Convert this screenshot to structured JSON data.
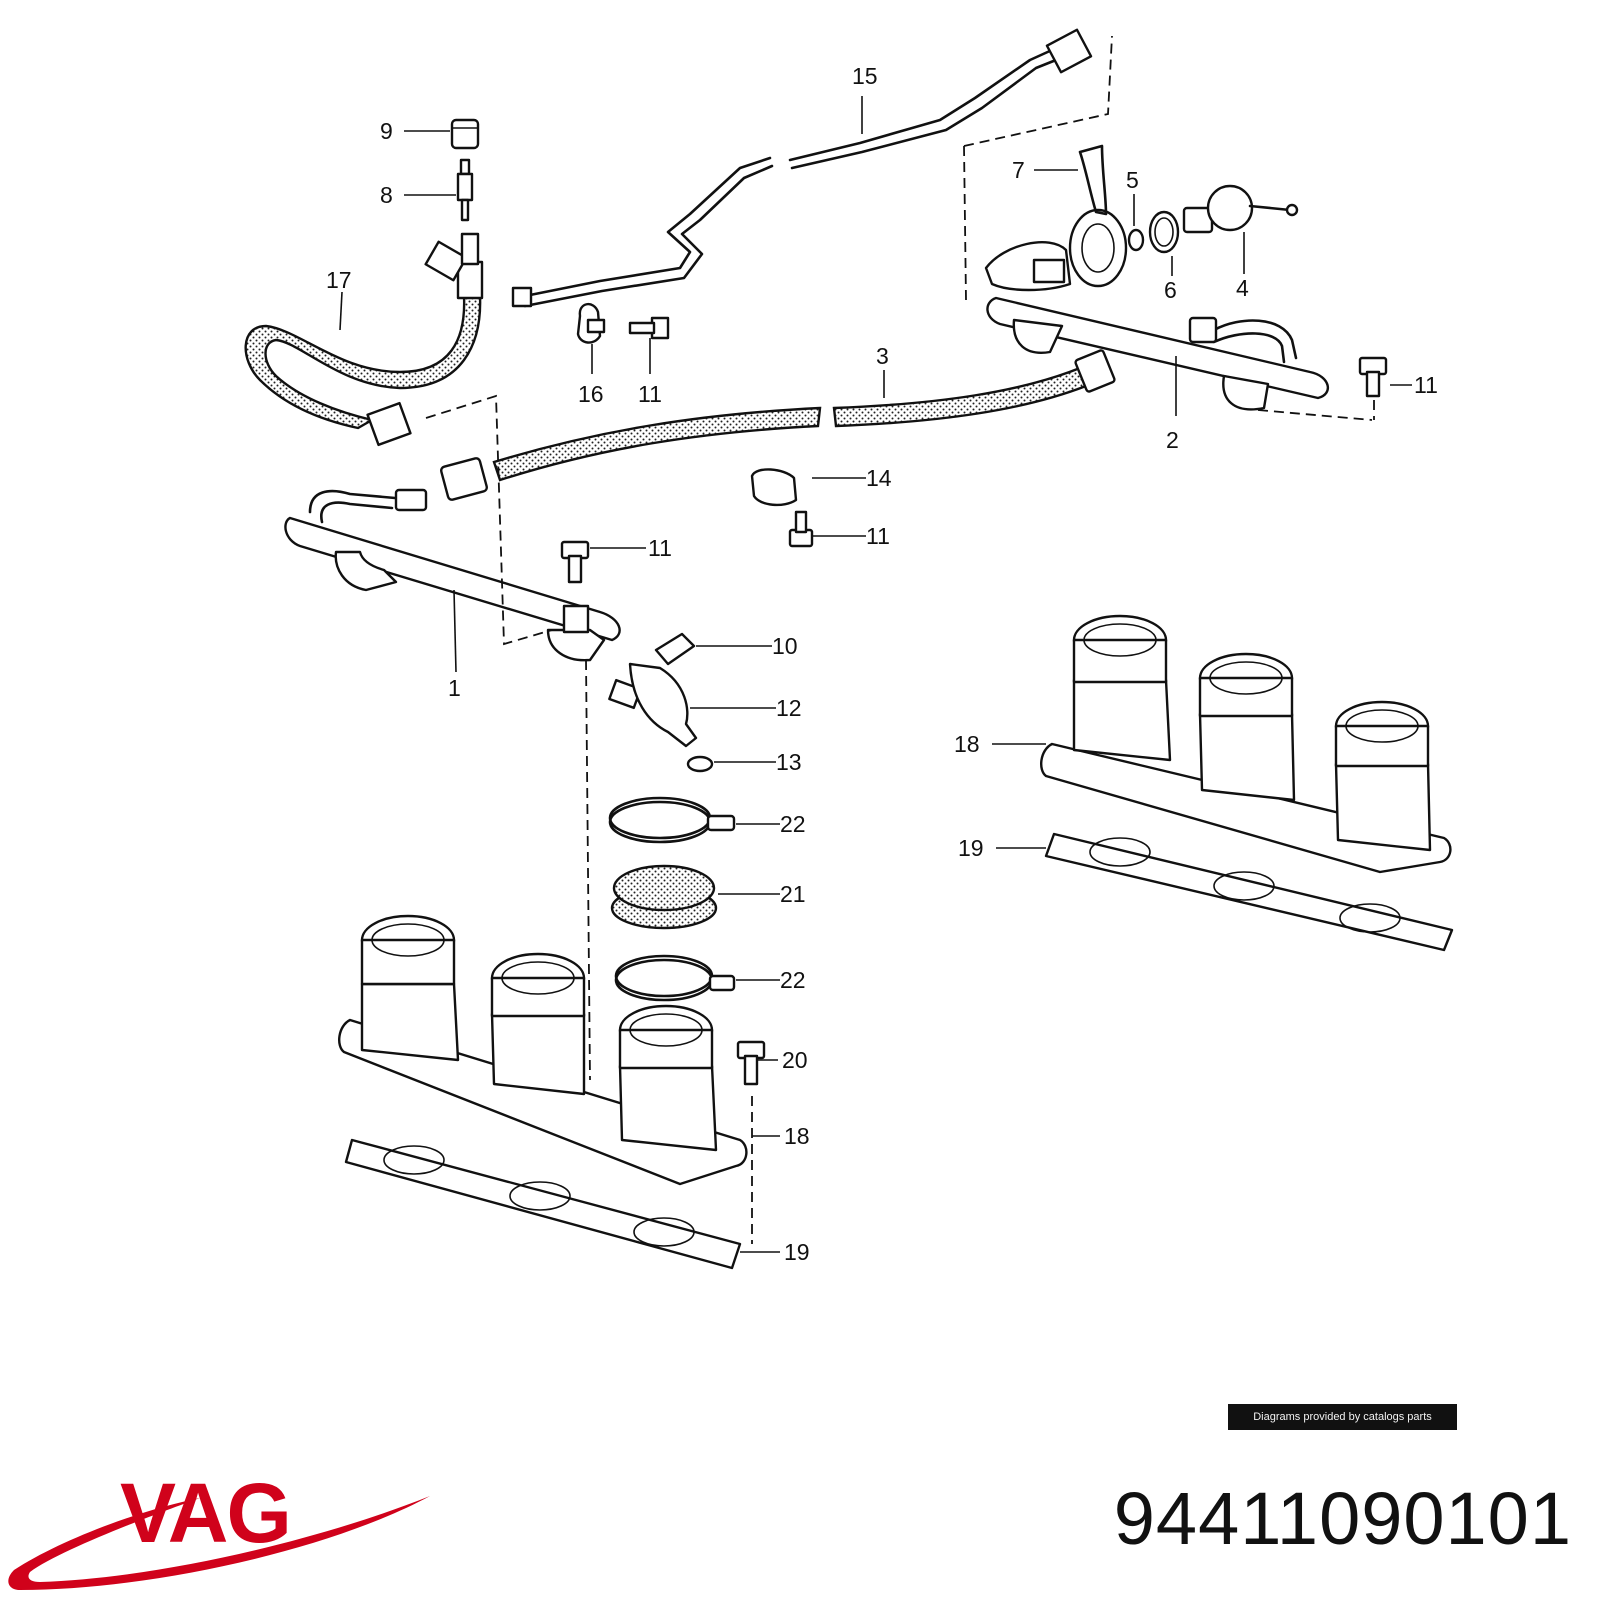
{
  "brand": {
    "logo": "VAG",
    "accent_color": "#d0021b"
  },
  "part_number": "94411090101",
  "credit": "Diagrams provided by catalogs parts",
  "callouts": {
    "c1": "1",
    "c2": "2",
    "c3": "3",
    "c4": "4",
    "c5": "5",
    "c6": "6",
    "c7": "7",
    "c8": "8",
    "c9": "9",
    "c10": "10",
    "c11a": "11",
    "c11b": "11",
    "c11c": "11",
    "c11d": "11",
    "c12": "12",
    "c13": "13",
    "c14": "14",
    "c15": "15",
    "c16": "16",
    "c17": "17",
    "c18a": "18",
    "c18b": "18",
    "c19a": "19",
    "c19b": "19",
    "c20": "20",
    "c21": "21",
    "c22a": "22",
    "c22b": "22"
  }
}
